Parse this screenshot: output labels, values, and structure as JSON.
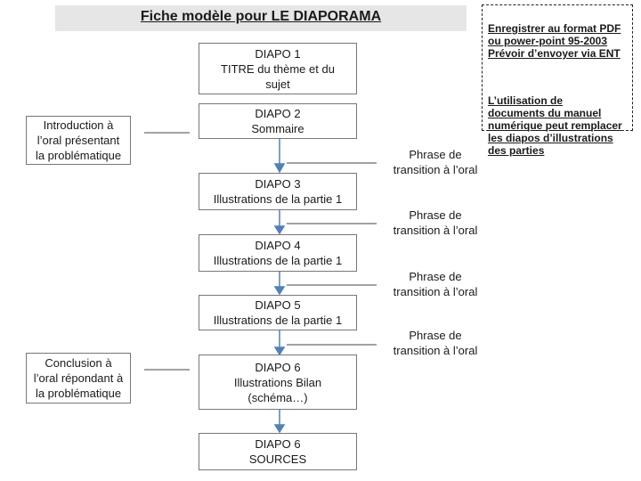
{
  "title": "Fiche modèle pour LE DIAPORAMA",
  "note": {
    "line1": "Enregistrer au format PDF\nou power-point 95-2003\nPrévoir d’envoyer via ENT",
    "line2": "L’utilisation de\ndocuments du manuel\nnumérique peut remplacer\nles diapos d’illustrations\ndes parties"
  },
  "diapos": [
    {
      "title": "DIAPO 1",
      "text": "TITRE du thème et du\nsujet"
    },
    {
      "title": "DIAPO 2",
      "text": "Sommaire"
    },
    {
      "title": "DIAPO 3",
      "text": "Illustrations de la partie 1"
    },
    {
      "title": "DIAPO 4",
      "text": "Illustrations de la partie 1"
    },
    {
      "title": "DIAPO 5",
      "text": "Illustrations de la partie 1"
    },
    {
      "title": "DIAPO 6",
      "text": "Illustrations Bilan\n(schéma…)"
    },
    {
      "title": "DIAPO 6",
      "text": "SOURCES"
    }
  ],
  "side_boxes": {
    "introduction": "Introduction à\nl’oral présentant\nla problématique",
    "conclusion": "Conclusion à\nl’oral répondant à\nla problématique"
  },
  "transitions": [
    "Phrase de\ntransition à l’oral",
    "Phrase de\ntransition à l’oral",
    "Phrase de\ntransition à l’oral",
    "Phrase de\ntransition à l’oral"
  ],
  "colors": {
    "arrow": "#4f81bd",
    "title_band": "#e6e6e6",
    "border": "#777777"
  }
}
